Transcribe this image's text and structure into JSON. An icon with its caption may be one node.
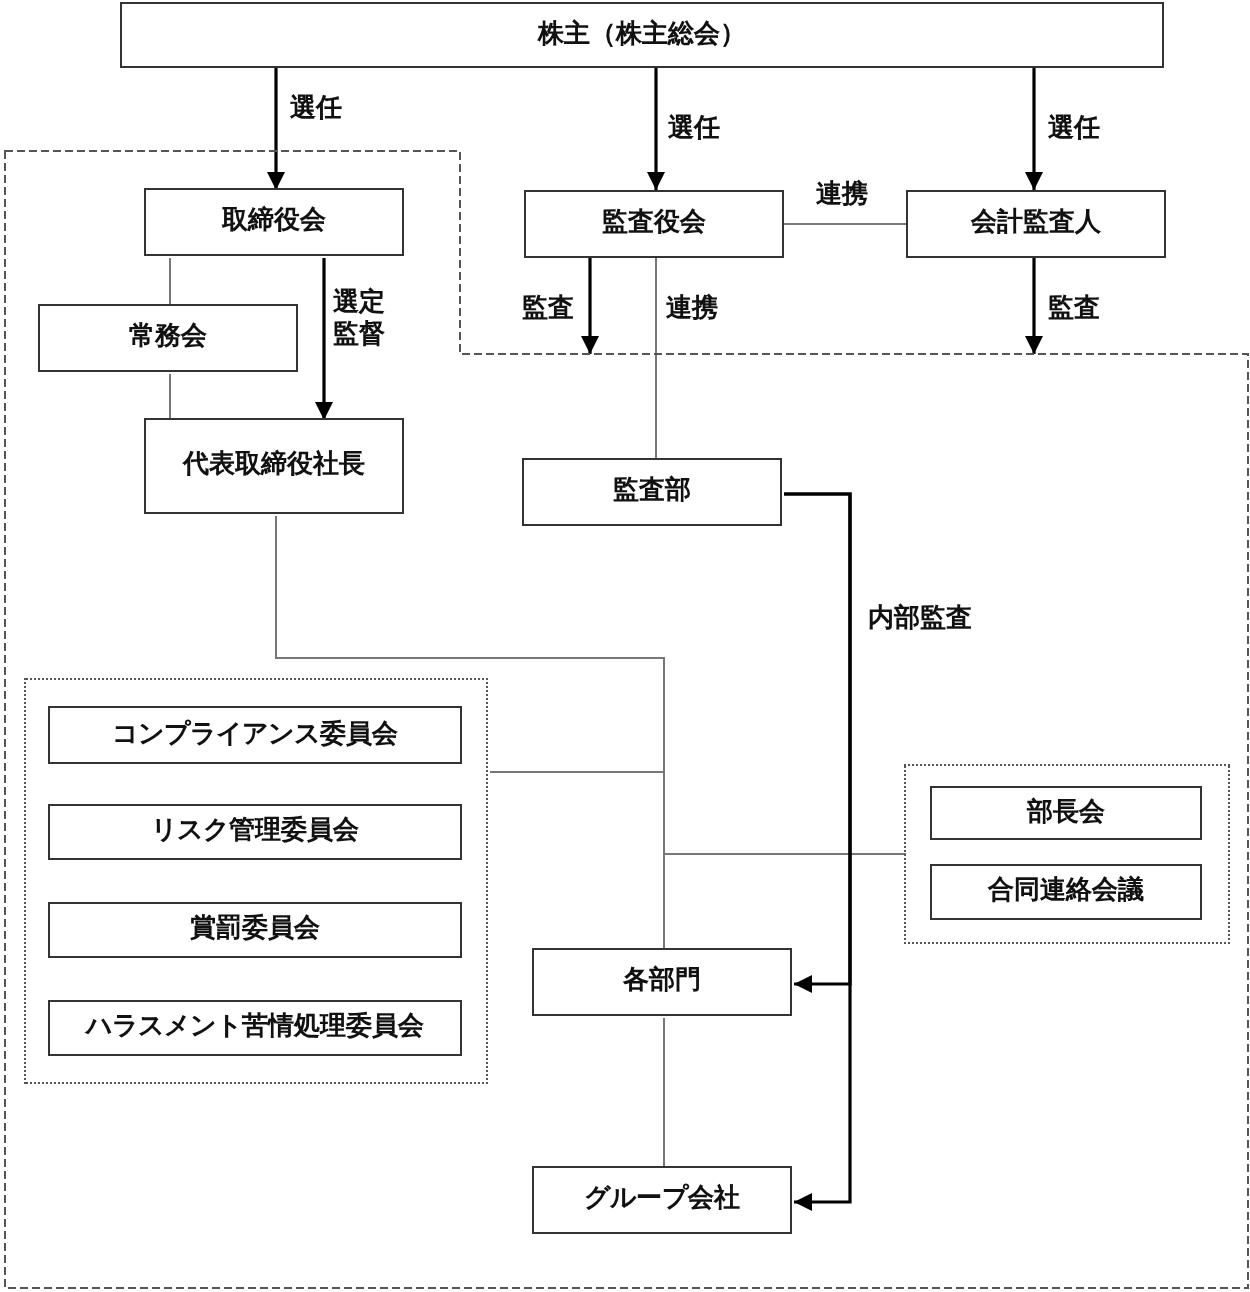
{
  "diagram": {
    "nodes": [
      {
        "text": [
          "株主（株主総会）"
        ]
      },
      {
        "text": [],
        "shape": "box"
      },
      {
        "text": [
          "取締役会"
        ],
        "in": 1
      },
      {
        "text": [
          "監査役会"
        ]
      },
      {
        "text": [
          "会計監査人"
        ]
      },
      {
        "text": [
          "常務会"
        ],
        "in": 1
      },
      {
        "text": [
          "代表取締役社長"
        ],
        "in": 1
      },
      {
        "text": [
          "監査部"
        ],
        "in": 1
      },
      {
        "text": [],
        "shape": "box",
        "in": 1
      },
      {
        "text": [
          "コンプライアンス委員会"
        ],
        "in": 8
      },
      {
        "text": [
          "リスク管理委員会"
        ],
        "in": 8
      },
      {
        "text": [
          "賞罰委員会"
        ],
        "in": 8
      },
      {
        "text": [
          "ハラスメント苦情処理委員会"
        ],
        "in": 8
      },
      {
        "text": [],
        "shape": "box",
        "in": 1
      },
      {
        "text": [
          "部長会"
        ],
        "in": 13
      },
      {
        "text": [
          "合同連絡会議"
        ],
        "in": 13
      },
      {
        "text": [
          "各部門"
        ],
        "in": 1
      },
      {
        "text": [
          "グループ会社"
        ],
        "in": 1
      }
    ],
    "edges": [
      {
        "from": 0,
        "to": 2,
        "arrow": "to",
        "label": "選任"
      },
      {
        "from": 0,
        "to": 3,
        "arrow": "to",
        "label": "選任"
      },
      {
        "from": 0,
        "to": 4,
        "arrow": "to",
        "label": "選任"
      },
      {
        "from": 3,
        "to": 4,
        "arrow": "none",
        "label": "連携",
        "color": "#777777"
      },
      {
        "from": 3,
        "to": 1,
        "arrow": "to",
        "label": "監査"
      },
      {
        "from": 4,
        "to": 1,
        "arrow": "to",
        "label": "監査"
      },
      {
        "from": 3,
        "to": 7,
        "arrow": "none",
        "label": "連携",
        "color": "#777777"
      },
      {
        "from": 2,
        "to": 5,
        "arrow": "none",
        "color": "#777777"
      },
      {
        "from": 5,
        "to": 6,
        "arrow": "none",
        "color": "#777777"
      },
      {
        "from": 2,
        "to": 6,
        "arrow": "to",
        "label": "選定監督"
      },
      {
        "from": 6,
        "to": 16,
        "arrow": "none",
        "color": "#777777"
      },
      {
        "from": 8,
        "to": 16,
        "arrow": "none",
        "color": "#777777"
      },
      {
        "from": 13,
        "to": 16,
        "arrow": "none",
        "color": "#777777"
      },
      {
        "from": 16,
        "to": 17,
        "arrow": "none",
        "color": "#777777"
      },
      {
        "from": 7,
        "to": 16,
        "arrow": "to",
        "label": "内部監査"
      },
      {
        "from": 7,
        "to": 17,
        "arrow": "to"
      }
    ]
  }
}
